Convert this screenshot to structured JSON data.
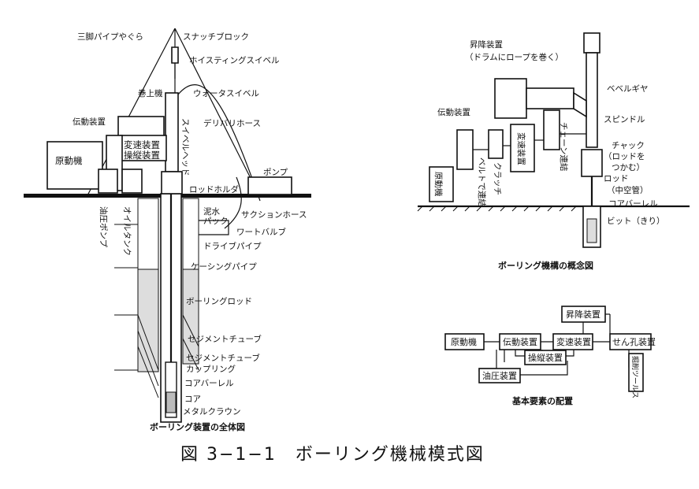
{
  "left_diagram": {
    "caption": "ボーリング装置の全体図",
    "labels": {
      "tripod": "三脚パイプやぐら",
      "snatch_block": "スナッチブロック",
      "hoisting_swivel": "ホイスティングスイベル",
      "winch": "巻上機",
      "water_swivel": "ウォータスイベル",
      "transmission": "伝動装置",
      "delivery_hose": "デリバリホース",
      "gearbox": "変速装置",
      "control": "操縦装置",
      "swivel_head": "スイベルヘッド",
      "prime_mover": "原動機",
      "rod_holder": "ロッドホルダ",
      "pump": "ポンプ",
      "mud_pack": "泥水\nパック",
      "suction_hose": "サクションホース",
      "hydraulic_pump": "油圧ポンプ",
      "oil_tank": "オイルタンク",
      "water_valve": "ワートバルブ",
      "drive_pipe": "ドライブパイプ",
      "casing_pipe": "ケーシングパイプ",
      "boring_rod": "ボーリングロッド",
      "cement_tube": "セジメントチューブ",
      "cement_tube_coupling_1": "セジメントチューブ",
      "cement_tube_coupling_2": "カップリング",
      "core_barrel": "コアバーレル",
      "core": "コア",
      "metal_crown": "メタルクラウン"
    }
  },
  "mechanism_diagram": {
    "caption": "ボーリング機構の概念図",
    "labels": {
      "hoist_1": "昇降装置",
      "hoist_2": "（ドラムにロープを巻く）",
      "bevel_gear": "ベベルギヤ",
      "transmission": "伝動装置",
      "spindle": "スピンドル",
      "gearbox": "変速装置",
      "chain": "チェーン連結",
      "chuck_1": "チャック",
      "chuck_2": "（ロッドを",
      "chuck_3": "つかむ）",
      "prime_mover": "原動機",
      "belt": "ベルトで連結",
      "clutch": "クラッチ",
      "rod_1": "ロッド",
      "rod_2": "（中空管）",
      "core_barrel": "コアバーレル",
      "bit": "ビット（きり）"
    }
  },
  "block_diagram": {
    "caption": "基本要素の配置",
    "boxes": {
      "prime_mover": "原動機",
      "transmission": "伝動装置",
      "gearbox": "変速装置",
      "hoist": "昇降装置",
      "drilling": "せん孔装置",
      "control": "操縦装置",
      "hydraulic": "油圧装置",
      "tools": "掘削ツールス"
    }
  },
  "figure_title": "図 3−1−1　ボーリング機械模式図"
}
